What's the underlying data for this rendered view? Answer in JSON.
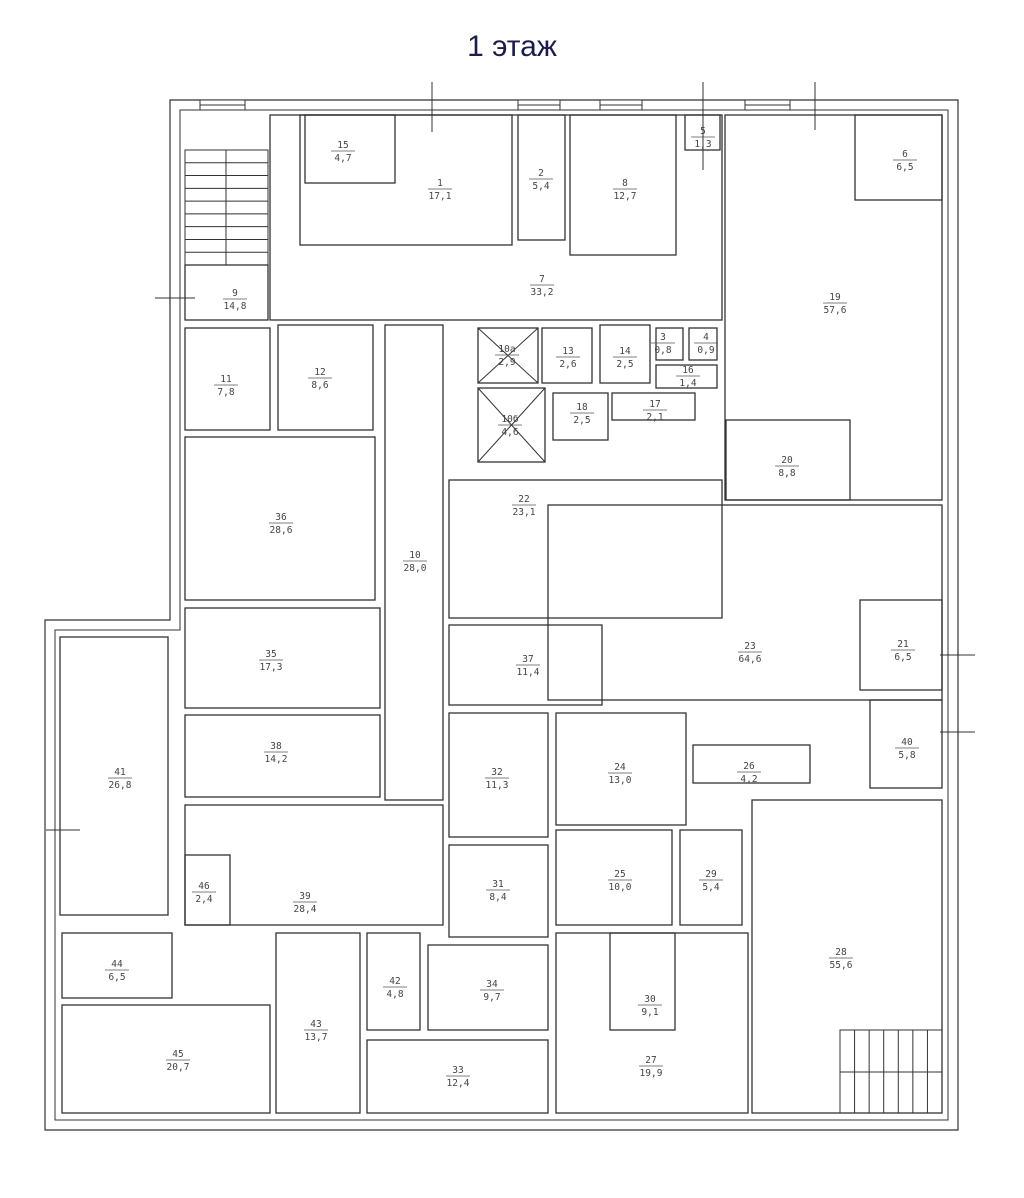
{
  "title": "1 этаж",
  "colors": {
    "title": "#1c1b4e",
    "wall": "#333333",
    "label": "#444444"
  },
  "rooms": [
    {
      "id": "1",
      "area": "17,1"
    },
    {
      "id": "2",
      "area": "5,4"
    },
    {
      "id": "3",
      "area": "0,8"
    },
    {
      "id": "4",
      "area": "0,9"
    },
    {
      "id": "5",
      "area": "1,3"
    },
    {
      "id": "6",
      "area": "6,5"
    },
    {
      "id": "7",
      "area": "33,2"
    },
    {
      "id": "8",
      "area": "12,7"
    },
    {
      "id": "9",
      "area": "14,8"
    },
    {
      "id": "10",
      "area": "28,0"
    },
    {
      "id": "10а",
      "area": "2,9"
    },
    {
      "id": "10б",
      "area": "4,6"
    },
    {
      "id": "11",
      "area": "7,8"
    },
    {
      "id": "12",
      "area": "8,6"
    },
    {
      "id": "13",
      "area": "2,6"
    },
    {
      "id": "14",
      "area": "2,5"
    },
    {
      "id": "15",
      "area": "4,7"
    },
    {
      "id": "16",
      "area": "1,4"
    },
    {
      "id": "17",
      "area": "2,1"
    },
    {
      "id": "18",
      "area": "2,5"
    },
    {
      "id": "19",
      "area": "57,6"
    },
    {
      "id": "20",
      "area": "8,8"
    },
    {
      "id": "21",
      "area": "6,5"
    },
    {
      "id": "22",
      "area": "23,1"
    },
    {
      "id": "23",
      "area": "64,6"
    },
    {
      "id": "24",
      "area": "13,0"
    },
    {
      "id": "25",
      "area": "10,0"
    },
    {
      "id": "26",
      "area": "4,2"
    },
    {
      "id": "27",
      "area": "19,9"
    },
    {
      "id": "28",
      "area": "55,6"
    },
    {
      "id": "29",
      "area": "5,4"
    },
    {
      "id": "30",
      "area": "9,1"
    },
    {
      "id": "31",
      "area": "8,4"
    },
    {
      "id": "32",
      "area": "11,3"
    },
    {
      "id": "33",
      "area": "12,4"
    },
    {
      "id": "34",
      "area": "9,7"
    },
    {
      "id": "35",
      "area": "17,3"
    },
    {
      "id": "36",
      "area": "28,6"
    },
    {
      "id": "37",
      "area": "11,4"
    },
    {
      "id": "38",
      "area": "14,2"
    },
    {
      "id": "39",
      "area": "28,4"
    },
    {
      "id": "40",
      "area": "5,8"
    },
    {
      "id": "41",
      "area": "26,8"
    },
    {
      "id": "42",
      "area": "4,8"
    },
    {
      "id": "43",
      "area": "13,7"
    },
    {
      "id": "44",
      "area": "6,5"
    },
    {
      "id": "45",
      "area": "20,7"
    },
    {
      "id": "46",
      "area": "2,4"
    }
  ]
}
